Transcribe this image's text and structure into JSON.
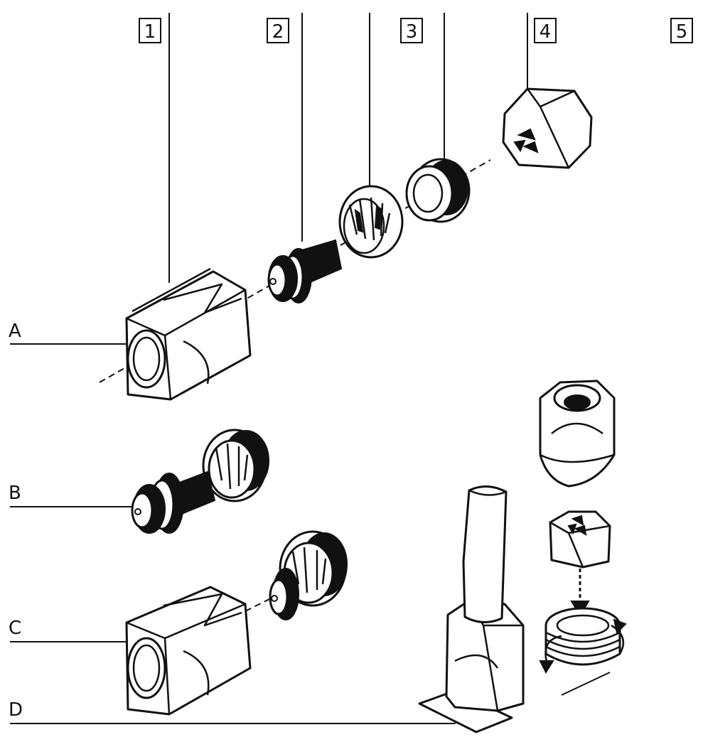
{
  "part_labels": [
    "1",
    "2",
    "3",
    "4",
    "5"
  ],
  "row_labels": [
    "A",
    "B",
    "C",
    "D"
  ]
}
